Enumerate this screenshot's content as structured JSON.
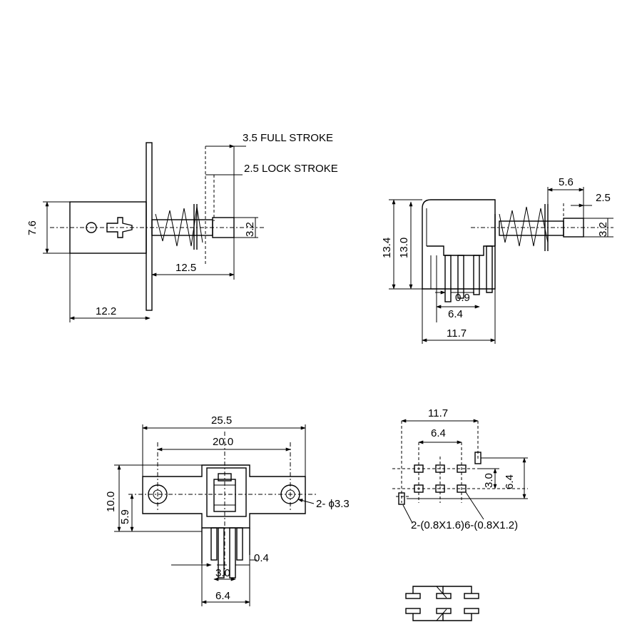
{
  "side_view": {
    "full_stroke": "3.5 FULL STROKE",
    "lock_stroke": "2.5 LOCK STROKE",
    "height": "7.6",
    "plunger_dia": "3.2",
    "length_to_plunger": "12.5",
    "body_length": "12.2"
  },
  "end_view": {
    "d1": "5.6",
    "d2": "2.5",
    "plunger_dia": "3.2",
    "h_total": "13.4",
    "h_body": "13.0",
    "pin_w": "0.9",
    "pin_pitch": "6.4",
    "width": "11.7"
  },
  "front_view": {
    "total_width": "25.5",
    "hole_pitch": "20.0",
    "height": "10.0",
    "hole_height": "5.9",
    "holes": "2- ϕ3.3",
    "pin_t": "0.4",
    "pin_pitch_small": "3.0",
    "pin_pitch": "6.4"
  },
  "footprint": {
    "width": "11.7",
    "pitch": "6.4",
    "row_pitch": "3.0",
    "height": "6.4",
    "hole_note": "2-(0.8X1.6)6-(0.8X1.2)"
  }
}
